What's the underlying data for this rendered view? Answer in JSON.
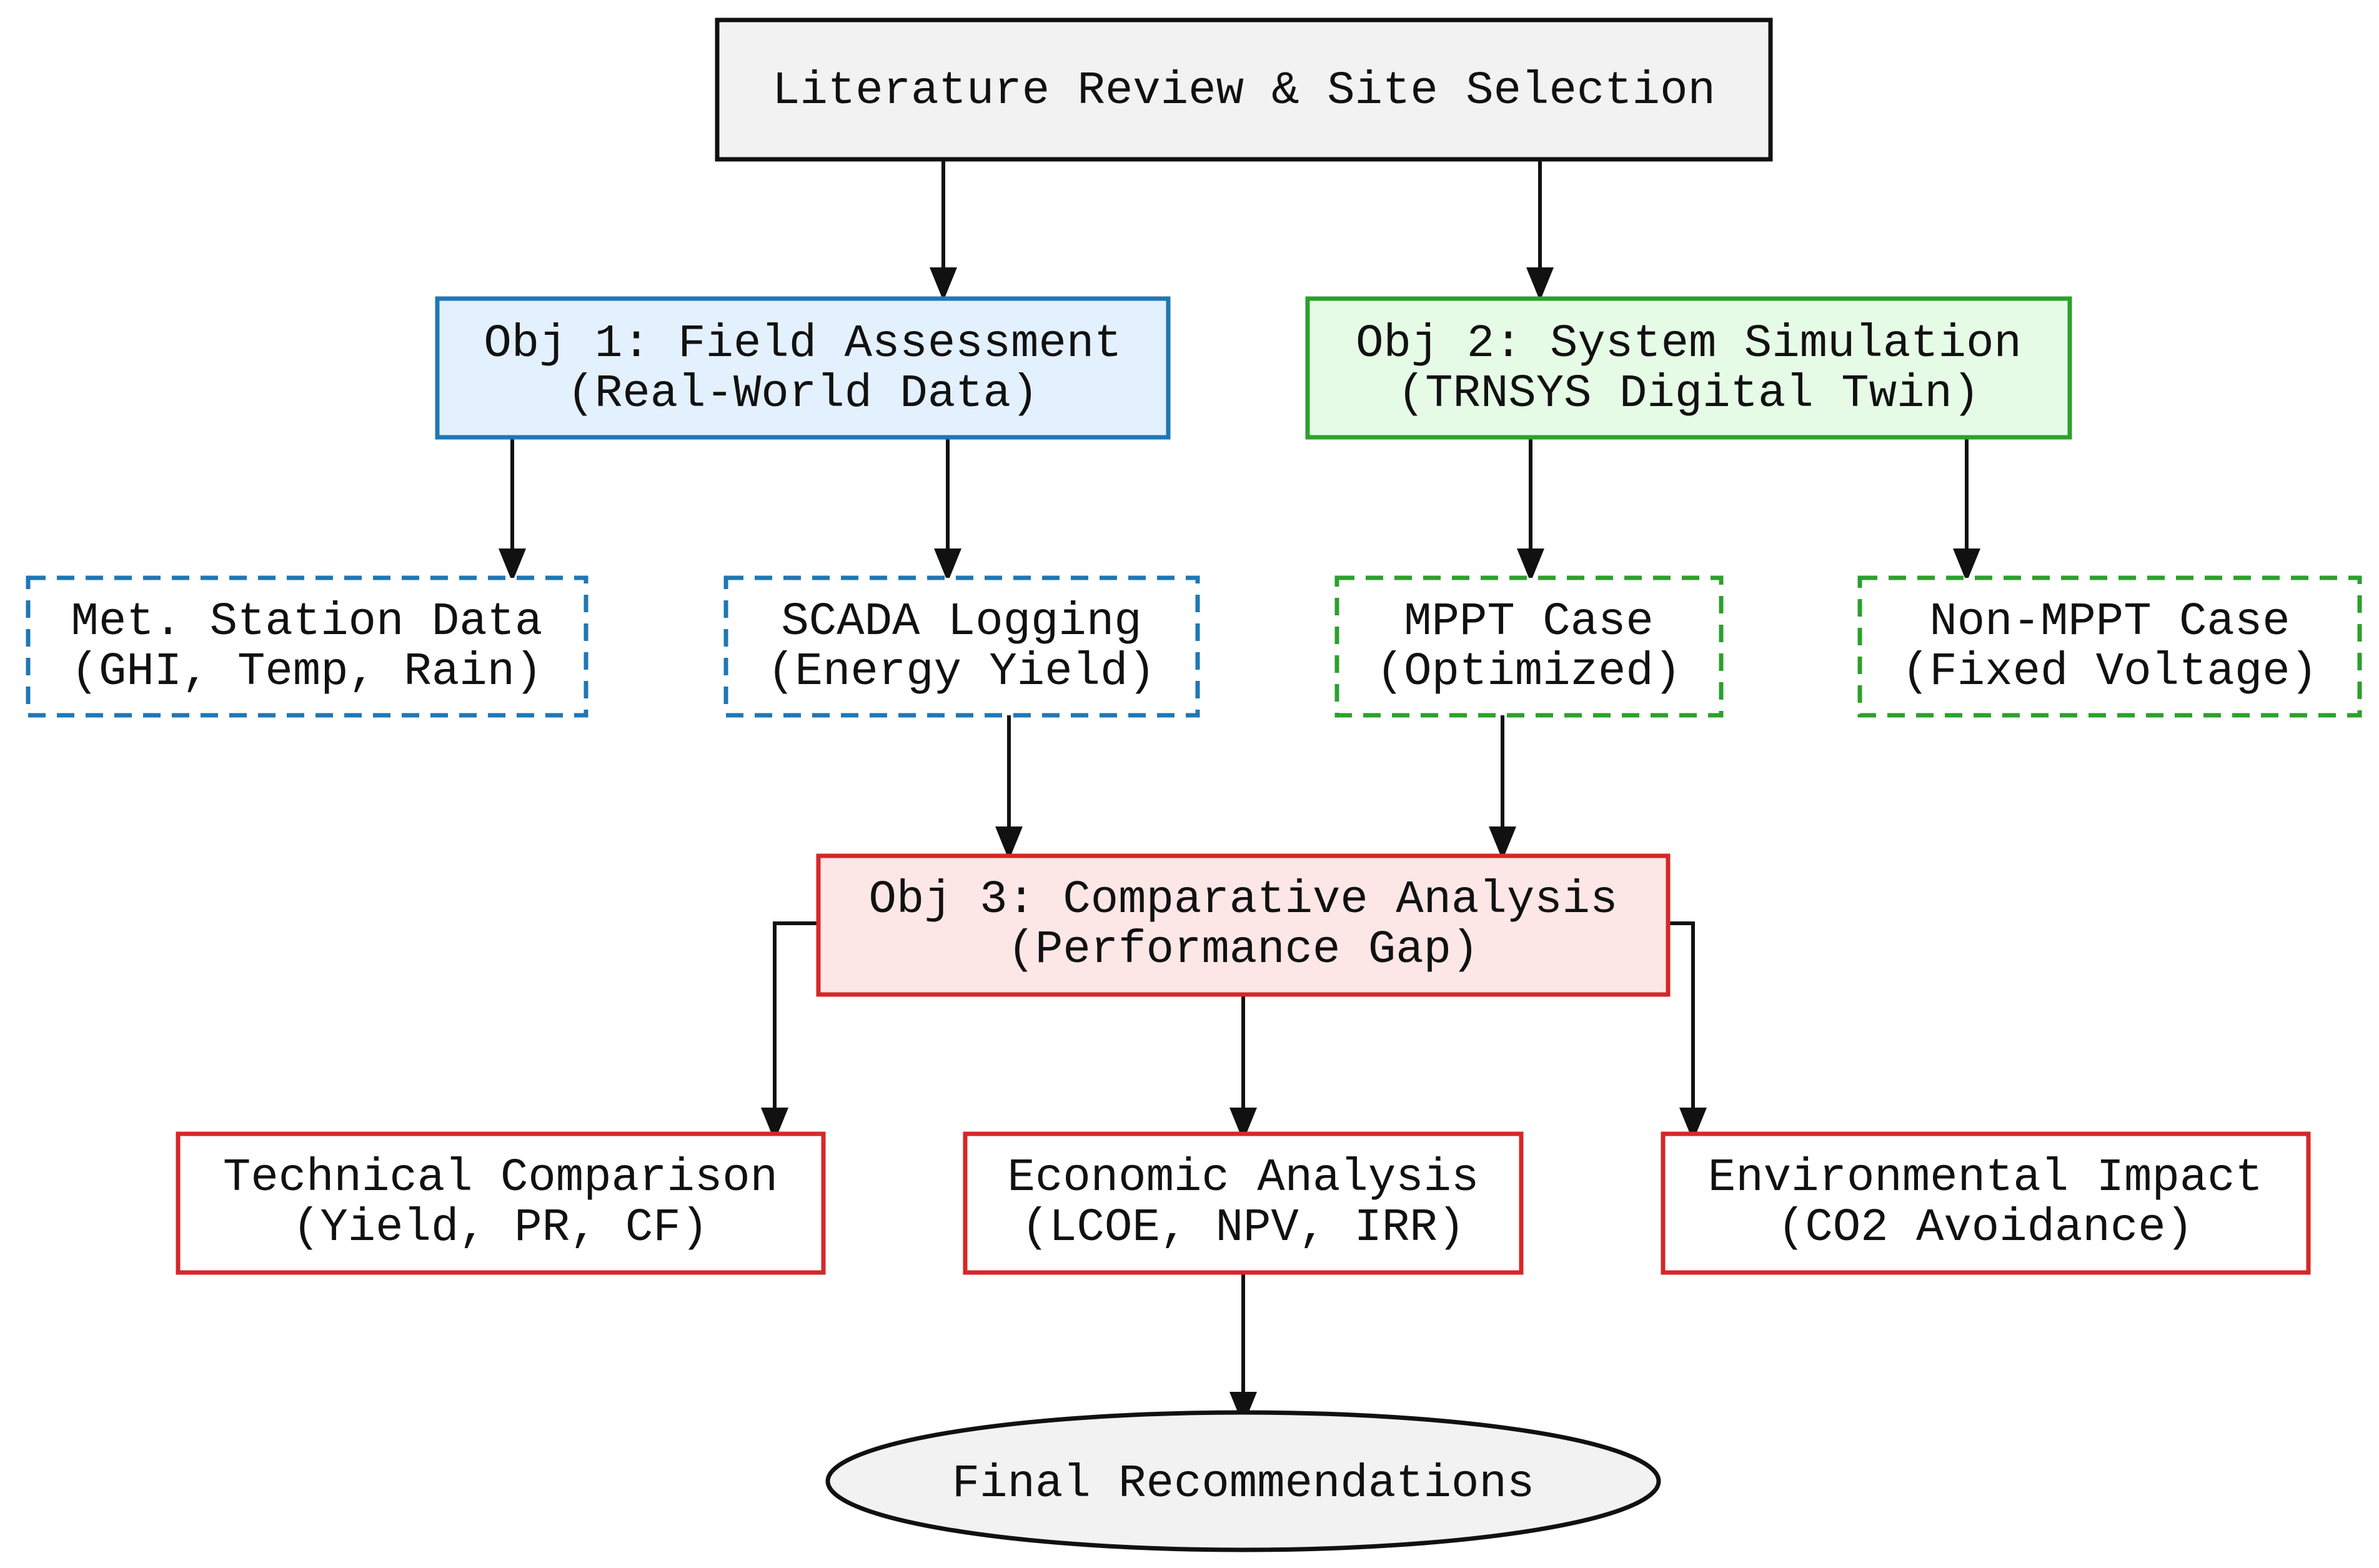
{
  "nodes": {
    "literature": {
      "lines": [
        "Literature Review & Site Selection"
      ]
    },
    "obj1": {
      "lines": [
        "Obj 1: Field Assessment",
        "(Real-World Data)"
      ]
    },
    "obj2": {
      "lines": [
        "Obj 2: System Simulation",
        "(TRNSYS Digital Twin)"
      ]
    },
    "met_station": {
      "lines": [
        "Met. Station Data",
        "(GHI, Temp, Rain)"
      ]
    },
    "scada": {
      "lines": [
        "SCADA Logging",
        "(Energy Yield)"
      ]
    },
    "mppt": {
      "lines": [
        "MPPT Case",
        "(Optimized)"
      ]
    },
    "non_mppt": {
      "lines": [
        "Non-MPPT Case",
        "(Fixed Voltage)"
      ]
    },
    "obj3": {
      "lines": [
        "Obj 3: Comparative Analysis",
        "(Performance Gap)"
      ]
    },
    "technical": {
      "lines": [
        "Technical Comparison",
        "(Yield, PR, CF)"
      ]
    },
    "economic": {
      "lines": [
        "Economic Analysis",
        "(LCOE, NPV, IRR)"
      ]
    },
    "environmental": {
      "lines": [
        "Environmental Impact",
        "(CO2 Avoidance)"
      ]
    },
    "final": {
      "lines": [
        "Final Recommendations"
      ]
    }
  },
  "colors": {
    "black": "#111111",
    "blue": "#1f77b4",
    "green": "#2ca02c",
    "red": "#d62728",
    "gray_fill": "#f2f2f2",
    "blue_fill": "#e3f0fd",
    "green_fill": "#e6fbe6",
    "red_fill": "#fde6e6",
    "white": "#ffffff"
  }
}
